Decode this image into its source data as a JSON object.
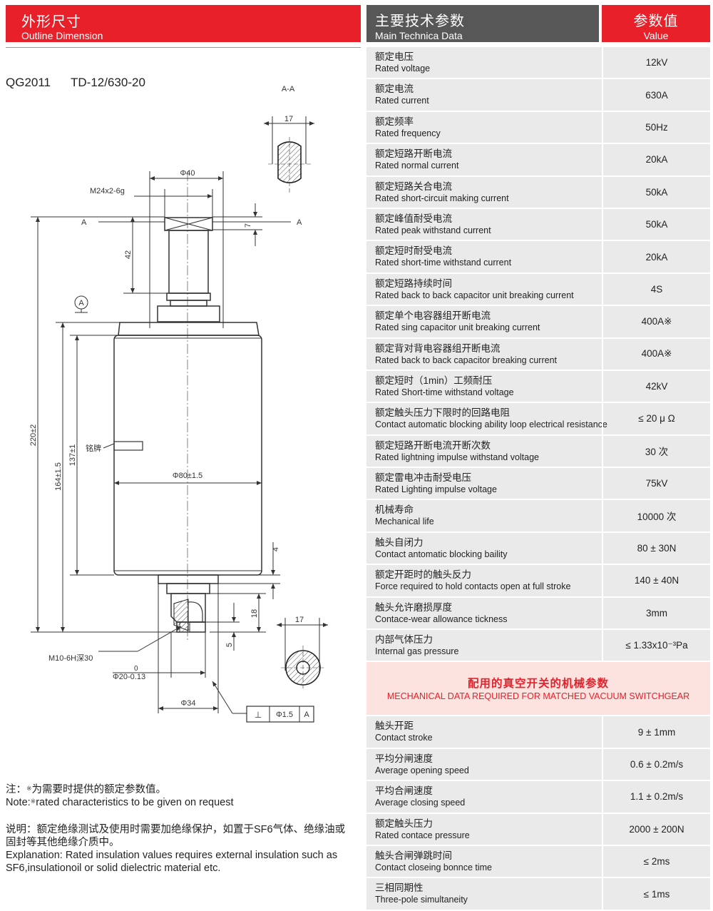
{
  "left_header": {
    "zh": "外形尺寸",
    "en": "Outline Dimension"
  },
  "right_header": {
    "zh": "主要技术参数",
    "en": "Main Technica Data"
  },
  "value_header": {
    "zh": "参数值",
    "en": "Value"
  },
  "model": {
    "code": "QG2011",
    "type": "TD-12/630-20"
  },
  "drawing": {
    "section_label": "A-A",
    "dim_17_top": "17",
    "dim_phi40": "Φ40",
    "thread_top": "M24x2-6g",
    "section_a_left": "A",
    "section_a_right": "A",
    "dim_7": "7",
    "dim_42": "42",
    "datum": "A",
    "dim_220": "220±2",
    "dim_164": "164±1.5",
    "dim_137": "137±1",
    "nameplate": "铭牌",
    "dim_phi80": "Φ80±1.5",
    "dim_4": "4",
    "dim_18": "18",
    "dim_17_bottom": "17",
    "dim_5": "5",
    "thread_bottom": "M10-6H深30",
    "dim_phi20_upper": "0",
    "dim_phi20": "Φ20-0.13",
    "dim_phi34": "Φ34",
    "tol_symbol": "⊥",
    "tol_value": "Φ1.5",
    "tol_datum": "A"
  },
  "notes": {
    "note_zh_prefix": "注：",
    "note_zh_text": "为需要时提供的额定参数值。",
    "note_en_prefix": "Note:",
    "note_en_text": "rated characteristics to be given on request",
    "mark": "※",
    "expl_zh": "说明：额定绝缘测试及使用时需要加绝缘保护，如置于SF6气体、绝缘油或固封等其他绝缘介质中。",
    "expl_en": "Explanation: Rated insulation values requires external insulation such as SF6,insulationoil or solid dielectric material etc."
  },
  "technical_rows": [
    {
      "zh": "额定电压",
      "en": "Rated voltage",
      "value": "12kV"
    },
    {
      "zh": "额定电流",
      "en": "Rated current",
      "value": "630A"
    },
    {
      "zh": "额定频率",
      "en": "Rated frequency",
      "value": "50Hz"
    },
    {
      "zh": "额定短路开断电流",
      "en": "Rated normal current",
      "value": "20kA"
    },
    {
      "zh": "额定短路关合电流",
      "en": "Rated short-circuit making current",
      "value": "50kA"
    },
    {
      "zh": "额定峰值耐受电流",
      "en": "Rated peak withstand current",
      "value": "50kA"
    },
    {
      "zh": "额定短时耐受电流",
      "en": "Rated short-time withstand current",
      "value": "20kA"
    },
    {
      "zh": "额定短路持续时间",
      "en": "Rated back to back capacitor unit breaking current",
      "value": "4S"
    },
    {
      "zh": "额定单个电容器组开断电流",
      "en": "Rated sing capacitor unit breaking current",
      "value": "400A※"
    },
    {
      "zh": "额定背对背电容器组开断电流",
      "en": "Rated back to back capacitor breaking current",
      "value": "400A※"
    },
    {
      "zh": "额定短时（1min）工频耐压",
      "en": "Rated Short-time withstand voltage",
      "value": "42kV"
    },
    {
      "zh": "额定触头压力下限时的回路电阻",
      "en": "Contact automatic blocking ability loop electrical resistance",
      "value": "≤ 20 μ Ω"
    },
    {
      "zh": "额定短路开断电流开断次数",
      "en": "Rated lightning impulse withstand voltage",
      "value": "30 次"
    },
    {
      "zh": "额定雷电冲击耐受电压",
      "en": "Rated Lighting impulse  voltage",
      "value": "75kV"
    },
    {
      "zh": "机械寿命",
      "en": "Mechanical life",
      "value": "10000 次"
    },
    {
      "zh": "触头自闭力",
      "en": "Contact antomatic blocking baility",
      "value": "80 ± 30N"
    },
    {
      "zh": "额定开距时的触头反力",
      "en": "Force required to hold contacts open at full stroke",
      "value": "140 ± 40N"
    },
    {
      "zh": "触头允许磨损厚度",
      "en": "Contace-wear allowance tickness",
      "value": "3mm"
    },
    {
      "zh": "内部气体压力",
      "en": "Internal gas pressure",
      "value": "≤ 1.33x10⁻³Pa"
    }
  ],
  "mechanical_header": {
    "zh": "配用的真空开关的机械参数",
    "en": "MECHANICAL DATA REQUIRED FOR MATCHED VACUUM SWITCHGEAR"
  },
  "mechanical_rows": [
    {
      "zh": "触头开距",
      "en": "Contact stroke",
      "value": "9 ± 1mm"
    },
    {
      "zh": "平均分闸速度",
      "en": "Average opening speed",
      "value": "0.6 ± 0.2m/s"
    },
    {
      "zh": "平均合闸速度",
      "en": "Average closing speed",
      "value": "1.1 ± 0.2m/s"
    },
    {
      "zh": "额定触头压力",
      "en": "Rated contace pressure",
      "value": "2000 ± 200N"
    },
    {
      "zh": "触头合闸弹跳时间",
      "en": "Contact closeing bonnce time",
      "value": "≤ 2ms"
    },
    {
      "zh": "三相同期性",
      "en": "Three-pole simultaneity",
      "value": "≤ 1ms"
    }
  ],
  "colors": {
    "accent": "#e8202a",
    "header_gray": "#575757",
    "row_bg": "#eaeaea",
    "mech_bg": "#fde3df"
  }
}
